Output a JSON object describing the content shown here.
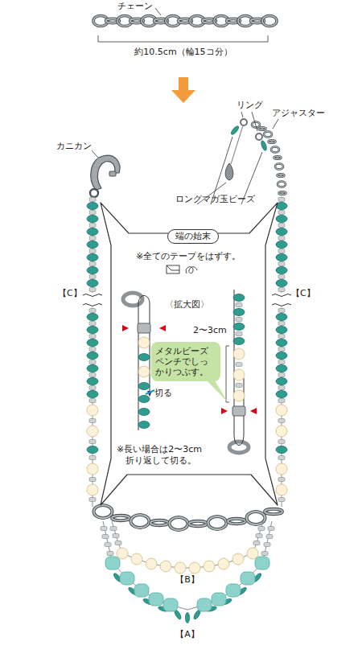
{
  "diagram": {
    "nodes": [
      {
        "text": [
          "※全てのテープをはずす。",
          "〈拡大図〉",
          "※長い場合は2〜3cm 折り返して切る。"
        ]
      },
      {
        "text": [
          "端の始末"
        ],
        "in": 0
      },
      {
        "text": [
          "メタルビーズ ペンチでしっかりつぶす。"
        ],
        "in": 0
      }
    ],
    "labels": [
      "チェーン",
      "約10.5cm（輪15コ分）",
      "リング",
      "アジャスター",
      "カニカン",
      "ロングマガ玉ビーズ",
      "【C】",
      "【C】",
      "2〜3cm",
      "切る",
      "【B】",
      "【A】"
    ]
  }
}
